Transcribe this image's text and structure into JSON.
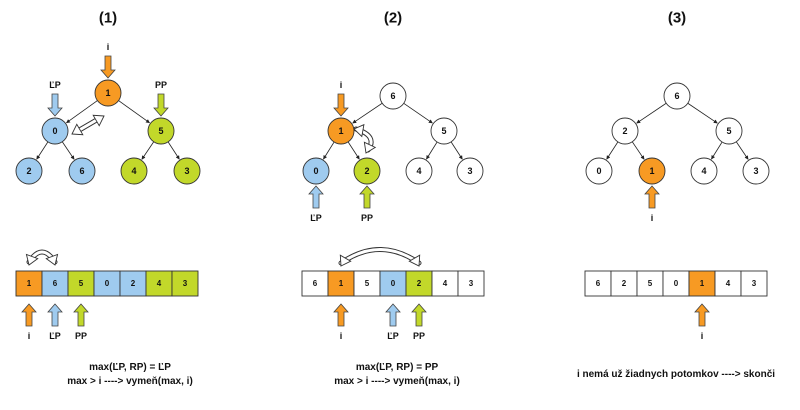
{
  "colors": {
    "orange": "#f79a23",
    "blue": "#9fcbef",
    "green": "#c2d82a",
    "white": "#ffffff",
    "stroke": "#222222",
    "arrow_hollow": "#ffffff"
  },
  "panels": [
    {
      "title": "(1)",
      "tree": [
        {
          "label": "1",
          "color": "orange"
        },
        {
          "label": "0",
          "color": "blue"
        },
        {
          "label": "5",
          "color": "green"
        },
        {
          "label": "2",
          "color": "blue"
        },
        {
          "label": "6",
          "color": "blue"
        },
        {
          "label": "4",
          "color": "green"
        },
        {
          "label": "3",
          "color": "green"
        }
      ],
      "tree_pointers": [
        {
          "label": "i",
          "target": 0,
          "color": "orange"
        },
        {
          "label": "ĽP",
          "target": 1,
          "color": "blue"
        },
        {
          "label": "PP",
          "target": 2,
          "color": "green"
        }
      ],
      "array": [
        {
          "label": "1",
          "color": "orange"
        },
        {
          "label": "6",
          "color": "blue"
        },
        {
          "label": "5",
          "color": "green"
        },
        {
          "label": "0",
          "color": "blue"
        },
        {
          "label": "2",
          "color": "blue"
        },
        {
          "label": "4",
          "color": "green"
        },
        {
          "label": "3",
          "color": "green"
        }
      ],
      "array_pointers": [
        {
          "label": "i",
          "index": 0,
          "color": "orange"
        },
        {
          "label": "ĽP",
          "index": 1,
          "color": "blue"
        },
        {
          "label": "PP",
          "index": 2,
          "color": "green"
        }
      ],
      "caption": [
        "max(ĽP, RP) = ĽP",
        "max > i ----> vymeň(max, i)"
      ]
    },
    {
      "title": "(2)",
      "tree": [
        {
          "label": "6",
          "color": "white"
        },
        {
          "label": "1",
          "color": "orange"
        },
        {
          "label": "5",
          "color": "white"
        },
        {
          "label": "0",
          "color": "blue"
        },
        {
          "label": "2",
          "color": "green"
        },
        {
          "label": "4",
          "color": "white"
        },
        {
          "label": "3",
          "color": "white"
        }
      ],
      "tree_pointers": [
        {
          "label": "i",
          "target": 1,
          "color": "orange"
        },
        {
          "label": "ĽP",
          "target": 3,
          "color": "blue"
        },
        {
          "label": "PP",
          "target": 4,
          "color": "green"
        }
      ],
      "array": [
        {
          "label": "6",
          "color": "white"
        },
        {
          "label": "1",
          "color": "orange"
        },
        {
          "label": "5",
          "color": "white"
        },
        {
          "label": "0",
          "color": "blue"
        },
        {
          "label": "2",
          "color": "green"
        },
        {
          "label": "4",
          "color": "white"
        },
        {
          "label": "3",
          "color": "white"
        }
      ],
      "array_pointers": [
        {
          "label": "i",
          "index": 1,
          "color": "orange"
        },
        {
          "label": "ĽP",
          "index": 3,
          "color": "blue"
        },
        {
          "label": "PP",
          "index": 4,
          "color": "green"
        }
      ],
      "caption": [
        "max(ĽP, RP) = PP",
        "max > i ----> vymeň(max, i)"
      ]
    },
    {
      "title": "(3)",
      "tree": [
        {
          "label": "6",
          "color": "white"
        },
        {
          "label": "2",
          "color": "white"
        },
        {
          "label": "5",
          "color": "white"
        },
        {
          "label": "0",
          "color": "white"
        },
        {
          "label": "1",
          "color": "orange"
        },
        {
          "label": "4",
          "color": "white"
        },
        {
          "label": "3",
          "color": "white"
        }
      ],
      "tree_pointers": [
        {
          "label": "i",
          "target": 4,
          "color": "orange"
        }
      ],
      "array": [
        {
          "label": "6",
          "color": "white"
        },
        {
          "label": "2",
          "color": "white"
        },
        {
          "label": "5",
          "color": "white"
        },
        {
          "label": "0",
          "color": "white"
        },
        {
          "label": "1",
          "color": "orange"
        },
        {
          "label": "4",
          "color": "white"
        },
        {
          "label": "3",
          "color": "white"
        }
      ],
      "array_pointers": [
        {
          "label": "i",
          "index": 4,
          "color": "orange"
        }
      ],
      "caption": [
        "i nemá už žiadnych potomkov ----> skonči"
      ]
    }
  ]
}
